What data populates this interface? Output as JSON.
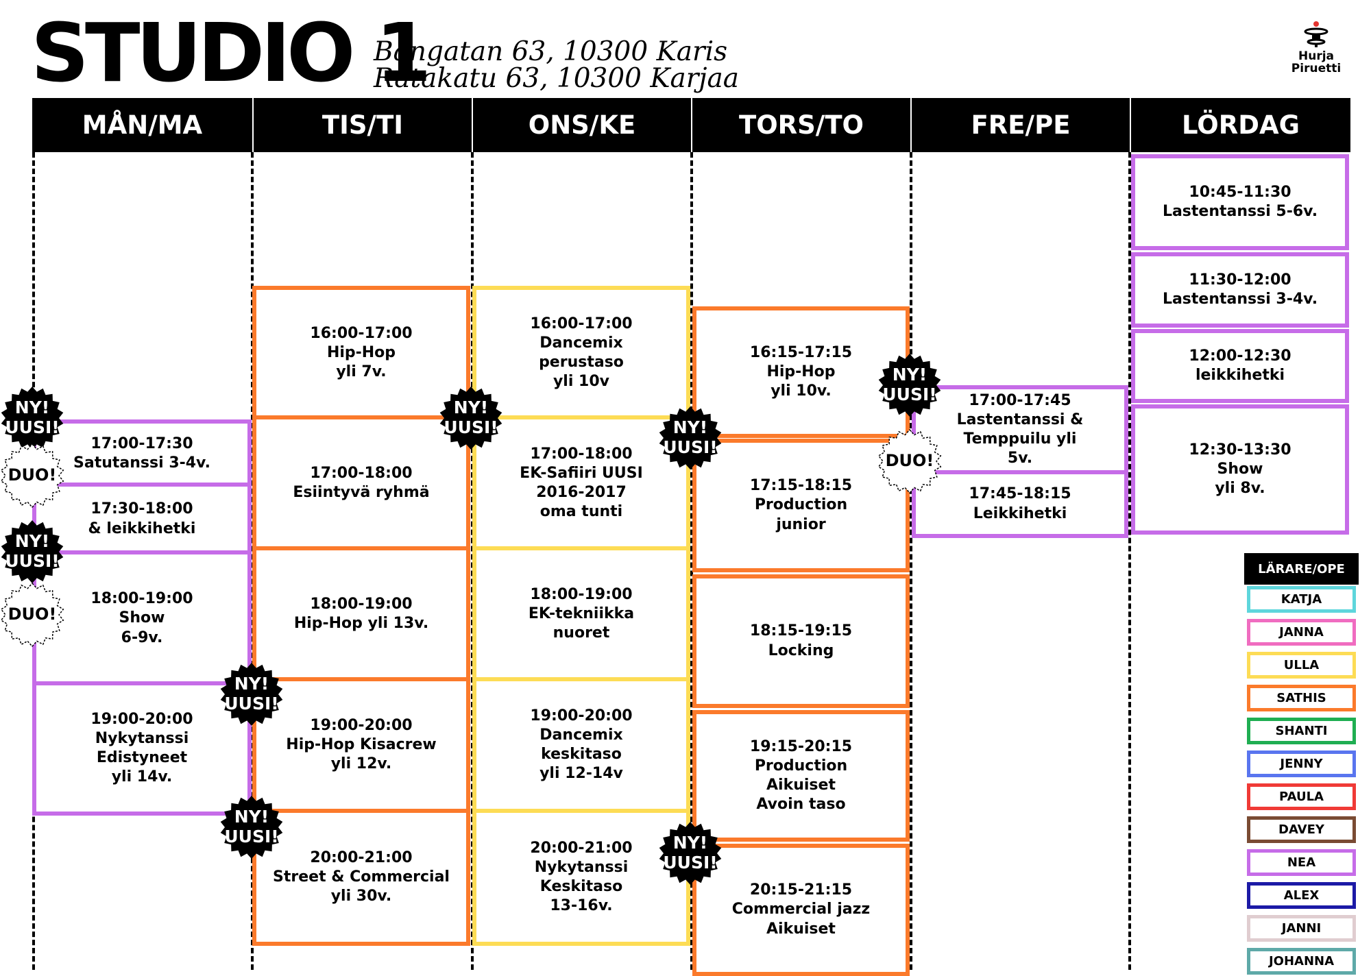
{
  "header": {
    "studio_title": "STUDIO 1",
    "address_line1": "Bangatan 63, 10300 Karis",
    "address_line2": "Ratakatu 63, 10300 Karjaa",
    "logo_line1": "Hurja",
    "logo_line2": "Piruetti"
  },
  "days": [
    "MÅN/MA",
    "TIS/TI",
    "ONS/KE",
    "TORS/TO",
    "FRE/PE",
    "LÖRDAG"
  ],
  "classes": {
    "mon": [
      {
        "time": "17:00-17:30",
        "name": "Satutanssi 3-4v."
      },
      {
        "time": "17:30-18:00",
        "name": "& leikkihetki"
      },
      {
        "time": "18:00-19:00",
        "name": "Show\n6-9v."
      },
      {
        "time": "19:00-20:00",
        "name": "Nykytanssi\nEdistyneet\nyli 14v."
      }
    ],
    "tue": [
      {
        "time": "16:00-17:00",
        "name": "Hip-Hop\nyli 7v."
      },
      {
        "time": "17:00-18:00",
        "name": "Esiintyvä ryhmä"
      },
      {
        "time": "18:00-19:00",
        "name": "Hip-Hop yli 13v."
      },
      {
        "time": "19:00-20:00",
        "name": "Hip-Hop Kisacrew\nyli 12v."
      },
      {
        "time": "20:00-21:00",
        "name": "Street & Commercial\nyli 30v."
      }
    ],
    "wed": [
      {
        "time": "16:00-17:00",
        "name": "Dancemix\nperustaso\nyli 10v"
      },
      {
        "time": "17:00-18:00",
        "name": "EK-Safiiri UUSI\n2016-2017\noma tunti"
      },
      {
        "time": "18:00-19:00",
        "name": "EK-tekniikka\nnuoret"
      },
      {
        "time": "19:00-20:00",
        "name": "Dancemix\nkeskitaso\nyli 12-14v"
      },
      {
        "time": "20:00-21:00",
        "name": "Nykytanssi\nKeskitaso\n13-16v."
      }
    ],
    "thu": [
      {
        "time": "16:15-17:15",
        "name": "Hip-Hop\nyli 10v."
      },
      {
        "time": "17:15-18:15",
        "name": "Production\njunior"
      },
      {
        "time": "18:15-19:15",
        "name": "Locking"
      },
      {
        "time": "19:15-20:15",
        "name": "Production\nAikuiset\nAvoin taso"
      },
      {
        "time": "20:15-21:15",
        "name": "Commercial jazz\nAikuiset"
      }
    ],
    "fri": [
      {
        "time": "17:00-17:45",
        "name": "Lastentanssi & Temppuilu yli\n5v."
      },
      {
        "time": "17:45-18:15",
        "name": "Leikkihetki"
      }
    ],
    "sat": [
      {
        "time": "10:45-11:30",
        "name": "Lastentanssi 5-6v."
      },
      {
        "time": "11:30-12:00",
        "name": "Lastentanssi 3-4v."
      },
      {
        "time": "12:00-12:30",
        "name": "leikkihetki"
      },
      {
        "time": "12:30-13:30",
        "name": "Show\nyli 8v."
      }
    ]
  },
  "badges": {
    "new": "NY!\nUUSI!",
    "duo": "DUO!"
  },
  "legend": {
    "title": "LÄRARE/OPE",
    "teachers": [
      {
        "name": "KATJA",
        "color": "#5ed6dc"
      },
      {
        "name": "JANNA",
        "color": "#f06cc0"
      },
      {
        "name": "ULLA",
        "color": "#fddc55"
      },
      {
        "name": "SATHIS",
        "color": "#fb7a2b"
      },
      {
        "name": "SHANTI",
        "color": "#1fae52"
      },
      {
        "name": "JENNY",
        "color": "#5975ef"
      },
      {
        "name": "PAULA",
        "color": "#f03a36"
      },
      {
        "name": "DAVEY",
        "color": "#7a4b33"
      },
      {
        "name": "NEA",
        "color": "#c66ce8"
      },
      {
        "name": "ALEX",
        "color": "#1c1aa6"
      },
      {
        "name": "JANNI",
        "color": "#e0cdd0"
      },
      {
        "name": "JOHANNA",
        "color": "#5ea9a8"
      }
    ]
  }
}
